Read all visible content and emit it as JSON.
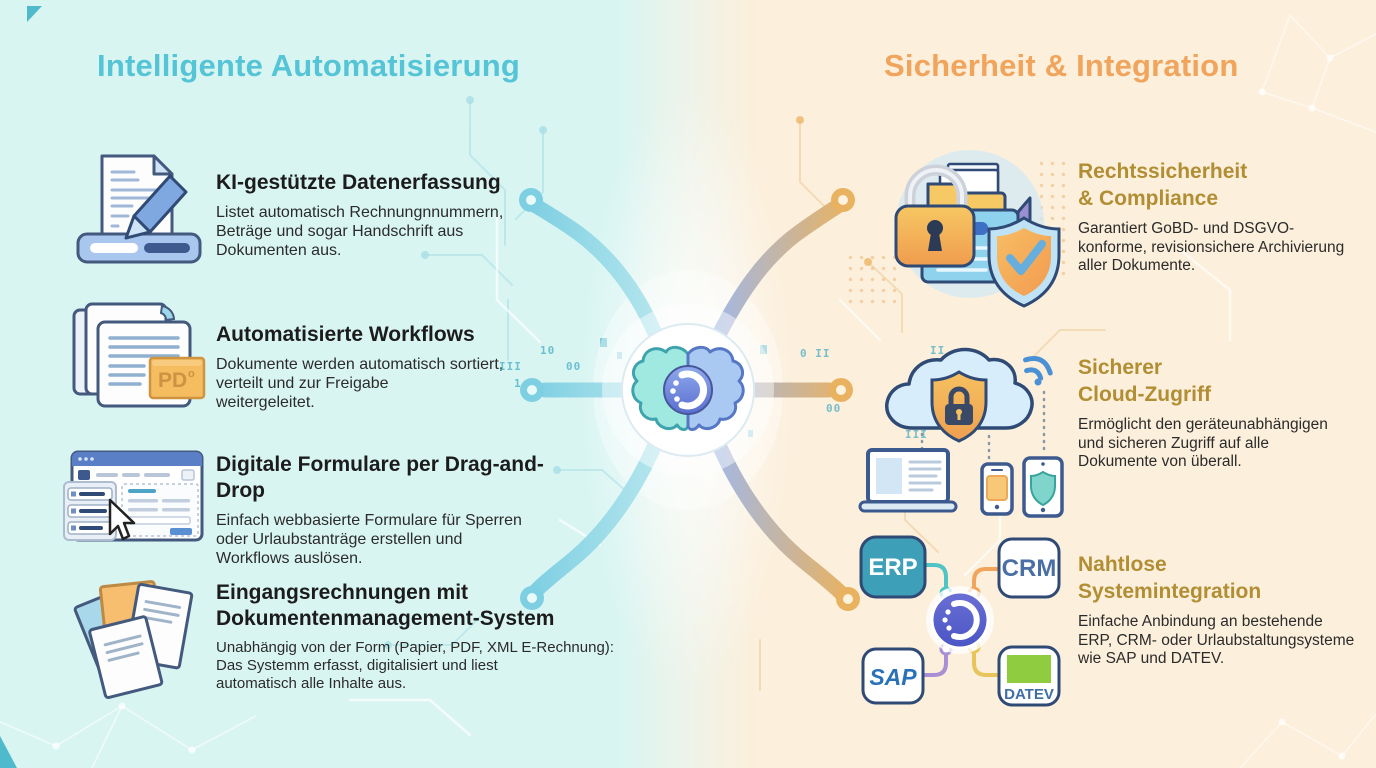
{
  "left": {
    "title": "Intelligente Automatisierung",
    "items": [
      {
        "icon": "document-scan-icon",
        "heading": "KI-gestützte Datenerfassung",
        "body": "Listet automatisch Rechnungnnummern,\nBeträge und sogar Handschrift aus\nDokumenten aus."
      },
      {
        "icon": "stacked-documents-pdf-icon",
        "heading": "Automatisierte Workflows",
        "body": "Dokumente werden automatisch sortiert,\nverteilt und zur Freigabe\nweitergeleitet."
      },
      {
        "icon": "form-builder-icon",
        "heading": "Digitale Formulare per Drag-and-Drop",
        "body": "Einfach webbasierte Formulare für Sperren\noder Urlaubstanträge erstellen und\nWorkflows auslösen."
      },
      {
        "icon": "paper-stack-icon",
        "heading": "Eingangsrechnungen mit\nDokumentenmanagement-System",
        "body": "Unabhängig von der Form (Papier, PDF, XML E-Rechnung):\nDas Systemm erfasst, digitalisiert und liest\nautomatisch alle Inhalte aus."
      }
    ],
    "pdf_tag": "PD",
    "pdf_tag_sup": "o"
  },
  "right": {
    "title": "Sicherheit & Integration",
    "items": [
      {
        "icon": "lock-folder-shield-icon",
        "heading": "Rechtssicherheit\n& Compliance",
        "body": "Garantiert GoBD- und DSGVO-\nkonforme, revisionsichere Archivierung\naller Dokumente."
      },
      {
        "icon": "secure-cloud-devices-icon",
        "heading": "Sicherer\nCloud-Zugriff",
        "body": "Ermöglicht den geräteunabhängigen\nund sicheren Zugriff auf alle\nDokumente von überall."
      },
      {
        "icon": "system-integration-icon",
        "heading": "Nahtlose\nSystemintegration",
        "body": "Einfache Anbindung an bestehende\nERP, CRM- oder Urlaubstaltungsysteme\nwie SAP und DATEV."
      }
    ],
    "integration": {
      "nodes": [
        {
          "label": "ERP"
        },
        {
          "label": "CRM"
        },
        {
          "label": "SAP"
        },
        {
          "label": "DATEV"
        }
      ]
    }
  },
  "colors": {
    "left_bg": "#d9f5f2",
    "right_bg": "#fcefdb",
    "left_title": "#54c4d6",
    "right_title": "#f0a45c",
    "gold_heading": "#b18e33",
    "dark_heading": "#1c1c1c",
    "tube_teal": "#7ecfe2",
    "tube_orange": "#e9b260",
    "erp_box": "#3e9fb8",
    "crm_text": "#4a6fa5",
    "sap_blue": "#2a72b8",
    "datev_green": "#8fcc3f",
    "connector_teal": "#4ec4c4",
    "connector_orange": "#f0a45c",
    "connector_purple": "#a98fd4",
    "connector_yellow": "#e8c45a"
  },
  "decor": {
    "marks": [
      "10",
      "III",
      "00",
      "1",
      "0 II",
      "II",
      "00",
      "III"
    ]
  }
}
